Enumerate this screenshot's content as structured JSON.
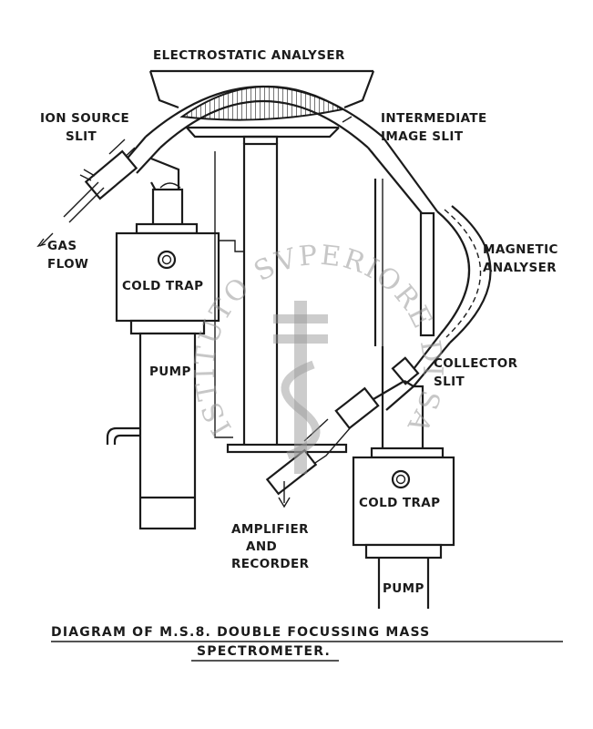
{
  "labels": {
    "electrostatic_analyser": "ELECTROSTATIC ANALYSER",
    "ion_source_slit_1": "ION SOURCE",
    "ion_source_slit_2": "SLIT",
    "intermediate_image_slit_1": "INTERMEDIATE",
    "intermediate_image_slit_2": "IMAGE SLIT",
    "gas_flow_1": "GAS",
    "gas_flow_2": "FLOW",
    "cold_trap_left": "COLD TRAP",
    "pump_left": "PUMP",
    "magnetic_analyser_1": "MAGNETIC",
    "magnetic_analyser_2": "ANALYSER",
    "collector_slit_1": "COLLECTOR",
    "collector_slit_2": "SLIT",
    "amplifier_1": "AMPLIFIER",
    "amplifier_2": "AND",
    "amplifier_3": "RECORDER",
    "cold_trap_right": "COLD TRAP",
    "pump_right": "PUMP"
  },
  "caption": {
    "line1": "DIAGRAM OF M.S.8. DOUBLE FOCUSSING MASS",
    "line2": "SPECTROMETER."
  },
  "watermark": {
    "text": "ISTITUTO SVPERIORE DI SANITÀ"
  }
}
